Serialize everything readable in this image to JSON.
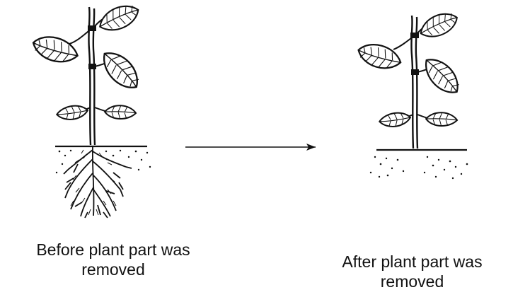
{
  "captions": {
    "before": {
      "line1": "Before plant part was",
      "line2": "removed"
    },
    "after": {
      "line1": "After plant part was",
      "line2": "removed"
    }
  },
  "colors": {
    "ink": "#111111",
    "background": "#ffffff"
  }
}
